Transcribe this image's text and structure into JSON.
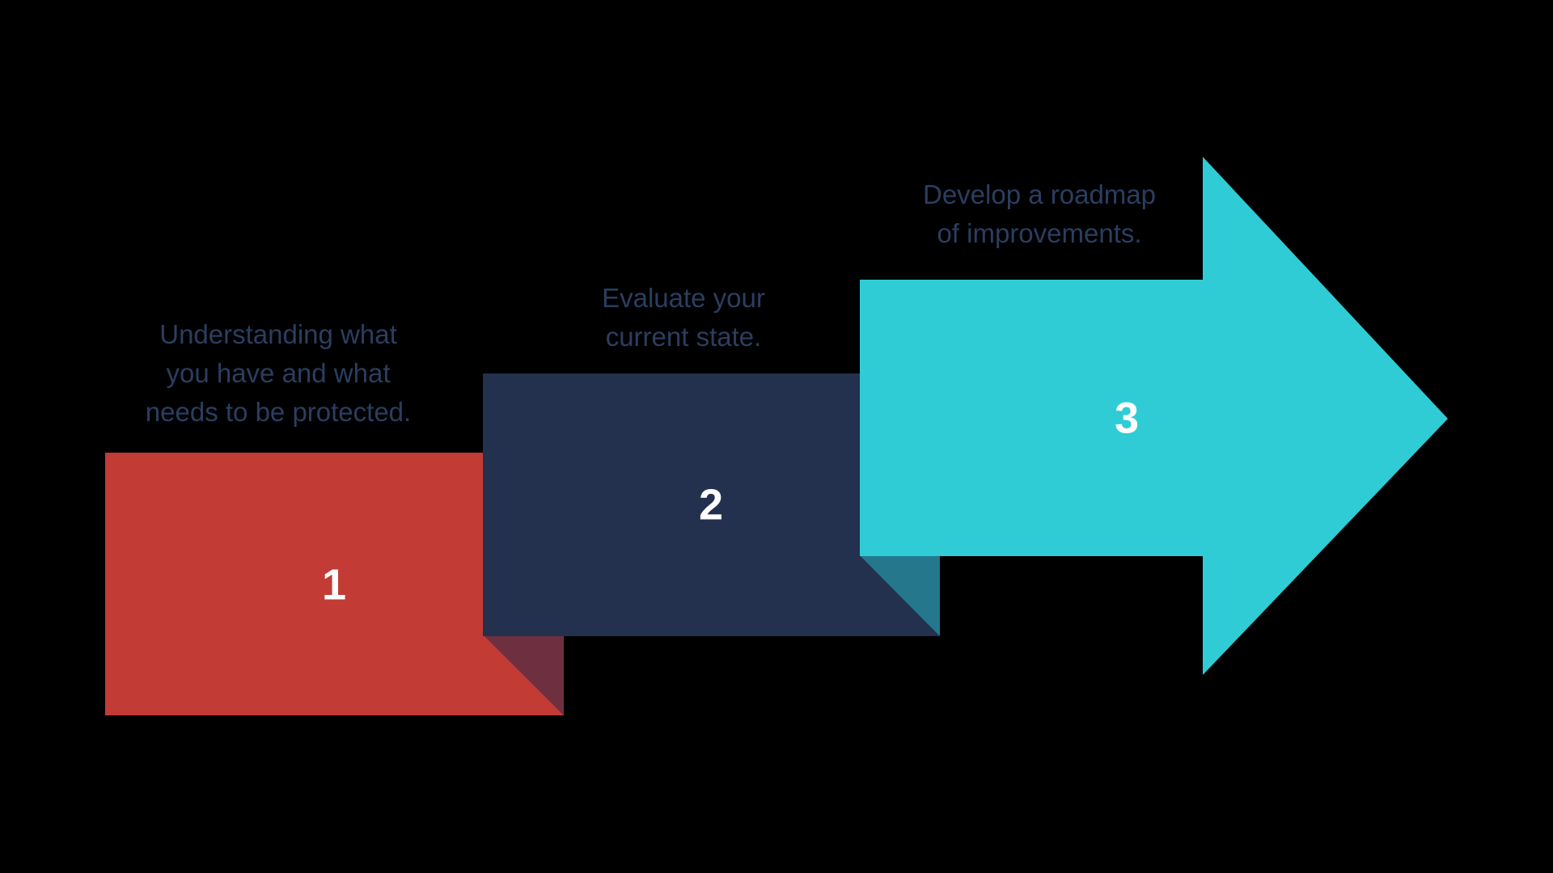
{
  "diagram": {
    "type": "process-flow-arrow",
    "background_color": "#000000",
    "steps": [
      {
        "number": "1",
        "caption_lines": [
          "Understanding what",
          "you have and what",
          "needs to be protected."
        ],
        "caption_full": "Understanding what you have and what needs to be protected.",
        "block_color": "#c23b35",
        "shadow_color": "#6e3040",
        "number_color": "#ffffff",
        "caption_color": "#2b3e60"
      },
      {
        "number": "2",
        "caption_lines": [
          "Evaluate your",
          "current state."
        ],
        "caption_full": "Evaluate your current state.",
        "block_color": "#23314f",
        "shadow_color": "#25788c",
        "number_color": "#ffffff",
        "caption_color": "#2b3e60"
      },
      {
        "number": "3",
        "caption_lines": [
          "Develop a roadmap",
          "of improvements."
        ],
        "caption_full": "Develop a roadmap of improvements.",
        "block_color": "#2fccd5",
        "shadow_color": "#2fccd5",
        "number_color": "#ffffff",
        "caption_color": "#2b3e60"
      }
    ]
  }
}
